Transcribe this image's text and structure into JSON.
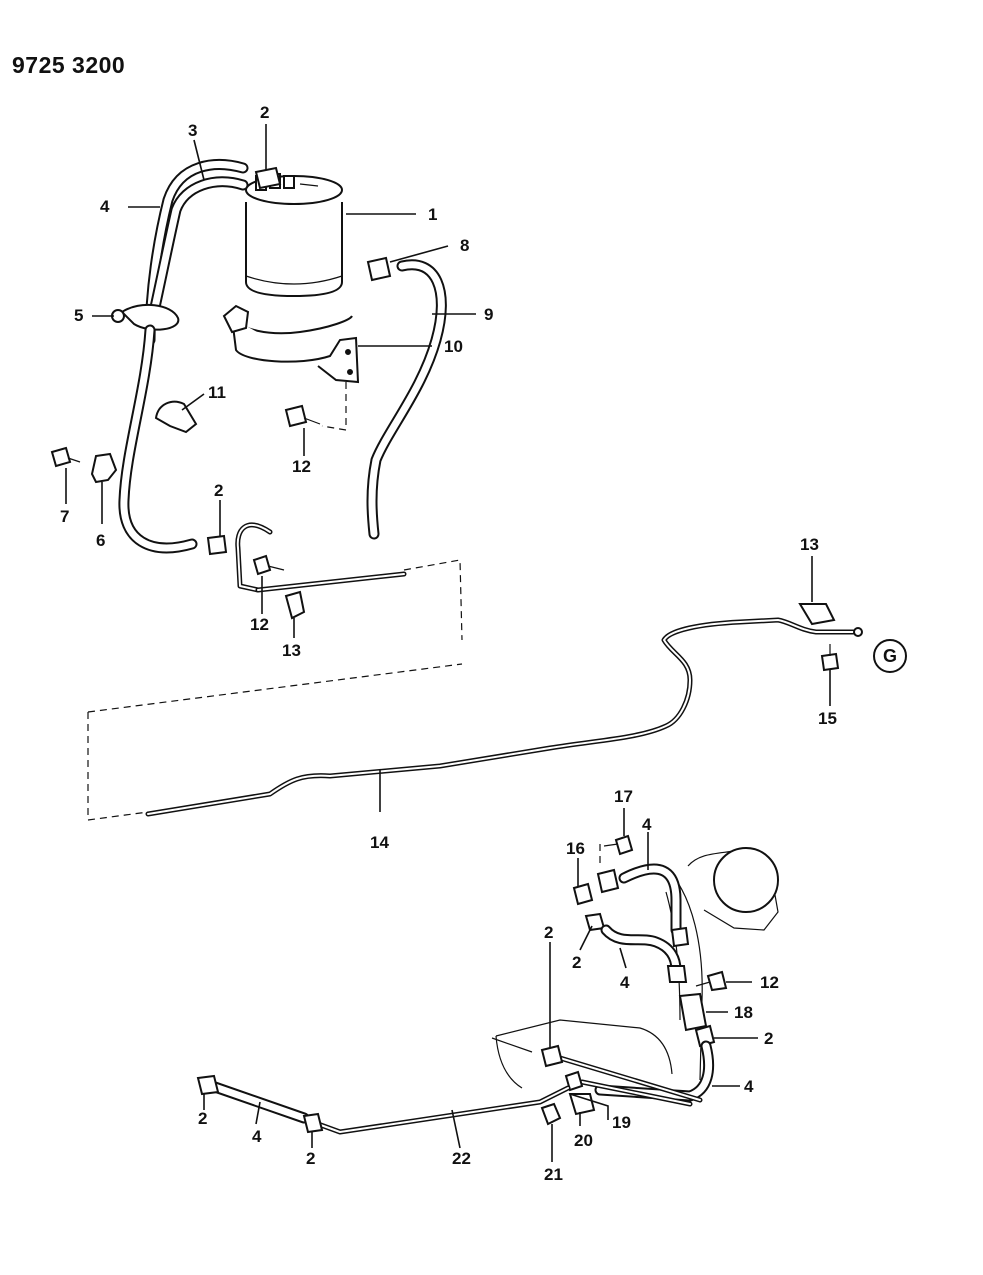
{
  "diagram_code": "9725 3200",
  "connector_label": "G",
  "callouts": [
    {
      "id": "c1",
      "text": "1"
    },
    {
      "id": "c2a",
      "text": "2"
    },
    {
      "id": "c3",
      "text": "3"
    },
    {
      "id": "c4a",
      "text": "4"
    },
    {
      "id": "c5",
      "text": "5"
    },
    {
      "id": "c8",
      "text": "8"
    },
    {
      "id": "c9",
      "text": "9"
    },
    {
      "id": "c10",
      "text": "10"
    },
    {
      "id": "c11",
      "text": "11"
    },
    {
      "id": "c12a",
      "text": "12"
    },
    {
      "id": "c7",
      "text": "7"
    },
    {
      "id": "c6",
      "text": "6"
    },
    {
      "id": "c2b",
      "text": "2"
    },
    {
      "id": "c12b",
      "text": "12"
    },
    {
      "id": "c13a",
      "text": "13"
    },
    {
      "id": "c13b",
      "text": "13"
    },
    {
      "id": "c15",
      "text": "15"
    },
    {
      "id": "c14",
      "text": "14"
    },
    {
      "id": "c17",
      "text": "17"
    },
    {
      "id": "c4b",
      "text": "4"
    },
    {
      "id": "c16",
      "text": "16"
    },
    {
      "id": "c2c",
      "text": "2"
    },
    {
      "id": "c2d",
      "text": "2"
    },
    {
      "id": "c4c",
      "text": "4"
    },
    {
      "id": "c12c",
      "text": "12"
    },
    {
      "id": "c18",
      "text": "18"
    },
    {
      "id": "c2e",
      "text": "2"
    },
    {
      "id": "c4d",
      "text": "4"
    },
    {
      "id": "c2f",
      "text": "2"
    },
    {
      "id": "c4e",
      "text": "4"
    },
    {
      "id": "c2g",
      "text": "2"
    },
    {
      "id": "c22",
      "text": "22"
    },
    {
      "id": "c19",
      "text": "19"
    },
    {
      "id": "c20",
      "text": "20"
    },
    {
      "id": "c21",
      "text": "21"
    }
  ]
}
